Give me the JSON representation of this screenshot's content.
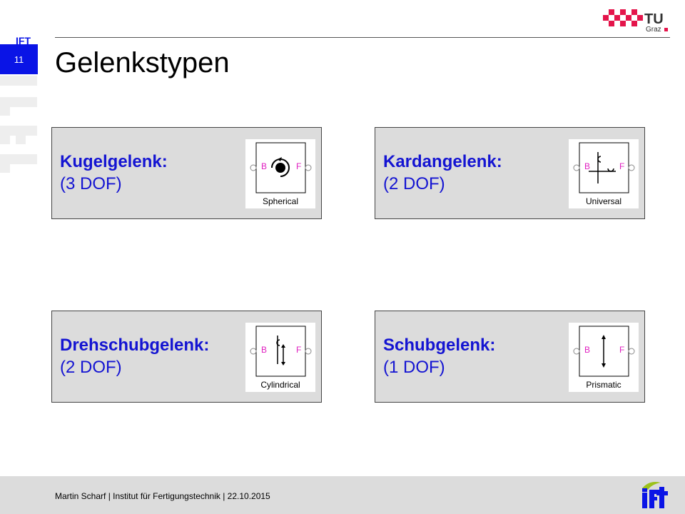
{
  "page_number": "11",
  "title": "Gelenkstypen",
  "cards": [
    {
      "name": "Kugelgelenk:",
      "dof": "(3 DOF)",
      "block_label": "Spherical",
      "port_left": "B",
      "port_right": "F"
    },
    {
      "name": "Kardangelenk:",
      "dof": "(2 DOF)",
      "block_label": "Universal",
      "port_left": "B",
      "port_right": "F"
    },
    {
      "name": "Drehschubgelenk:",
      "dof": "(2 DOF)",
      "block_label": "Cylindrical",
      "port_left": "B",
      "port_right": "F"
    },
    {
      "name": "Schubgelenk:",
      "dof": "(1 DOF)",
      "block_label": "Prismatic",
      "port_left": "B",
      "port_right": "F"
    }
  ],
  "footer": {
    "text": "Martin Scharf | Institut für Fertigungstechnik | 22.10.2015"
  },
  "logos": {
    "tu": "TU Graz",
    "ift": "IFT"
  },
  "colors": {
    "accent_blue": "#0a14e6",
    "text_blue": "#1414d2",
    "tu_red": "#e4154b",
    "port_magenta": "#e020c0",
    "ift_green": "#9cc21a"
  }
}
